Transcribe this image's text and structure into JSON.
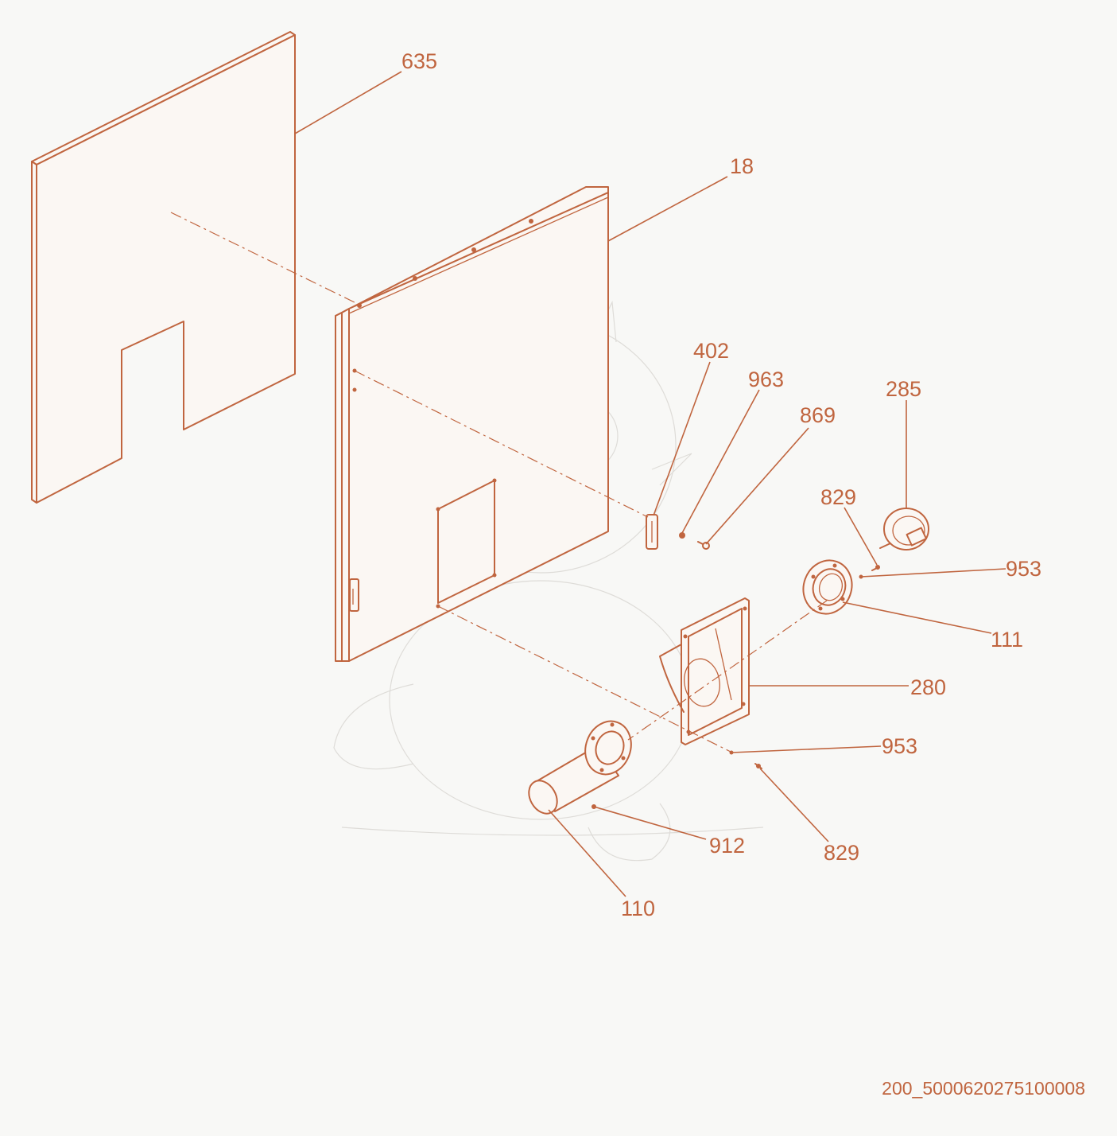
{
  "colors": {
    "line": "#c0653f",
    "background": "#f8f8f6",
    "watermark": "#dedcd8"
  },
  "callouts": {
    "p635": "635",
    "p18": "18",
    "p402": "402",
    "p963": "963",
    "p869": "869",
    "p285": "285",
    "p829_top": "829",
    "p953_top": "953",
    "p111": "111",
    "p280": "280",
    "p953_bottom": "953",
    "p829_bottom": "829",
    "p912": "912",
    "p110": "110"
  },
  "drawing_id": "200_5000620275100008"
}
